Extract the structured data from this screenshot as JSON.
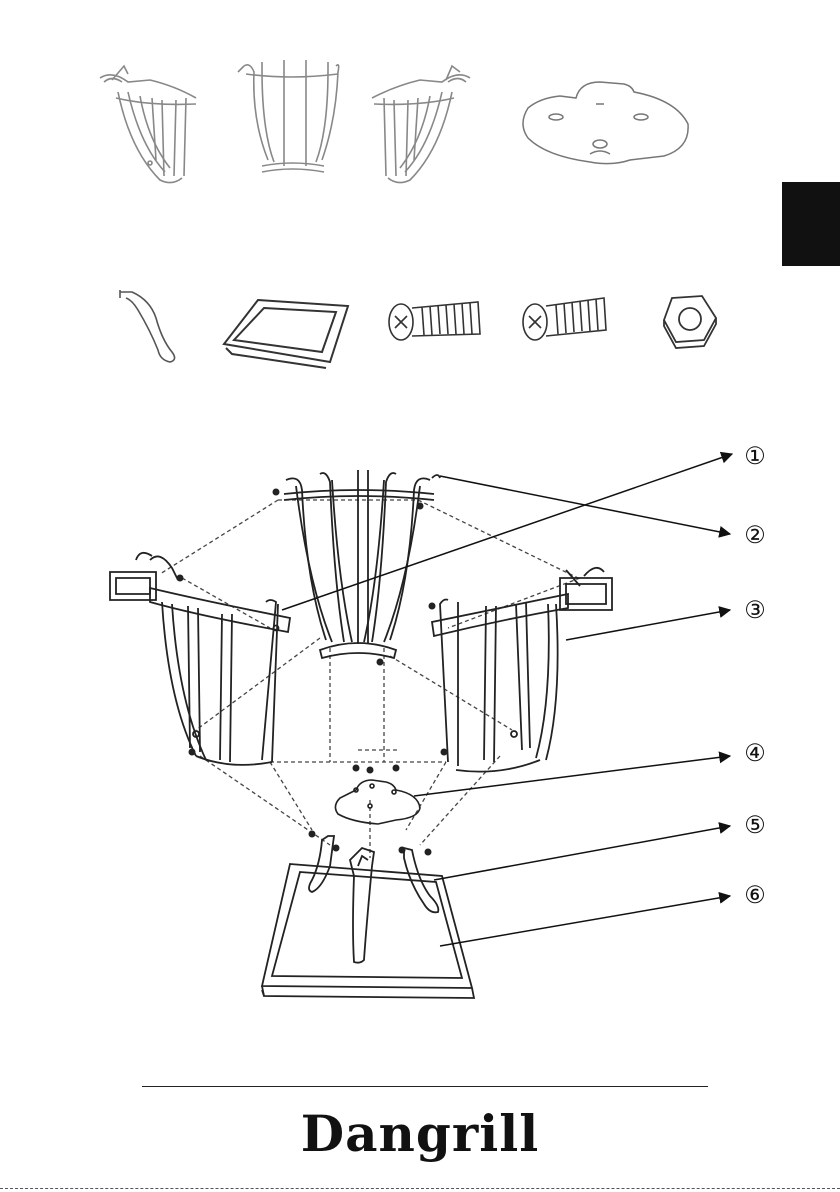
{
  "parts_top": [
    {
      "name": "side-basket-left"
    },
    {
      "name": "basket-center"
    },
    {
      "name": "side-basket-right"
    },
    {
      "name": "base-plate"
    }
  ],
  "parts_bottom": [
    {
      "name": "leg"
    },
    {
      "name": "ash-tray"
    },
    {
      "name": "long-bolt"
    },
    {
      "name": "short-bolt"
    },
    {
      "name": "hex-nut"
    }
  ],
  "callouts": [
    {
      "label": "①"
    },
    {
      "label": "②"
    },
    {
      "label": "③"
    },
    {
      "label": "④"
    },
    {
      "label": "⑤"
    },
    {
      "label": "⑥"
    }
  ],
  "footer": {
    "brand": "Dangrill"
  },
  "colors": {
    "ink": "#222222",
    "light_ink": "#777777",
    "tab": "#111111"
  }
}
